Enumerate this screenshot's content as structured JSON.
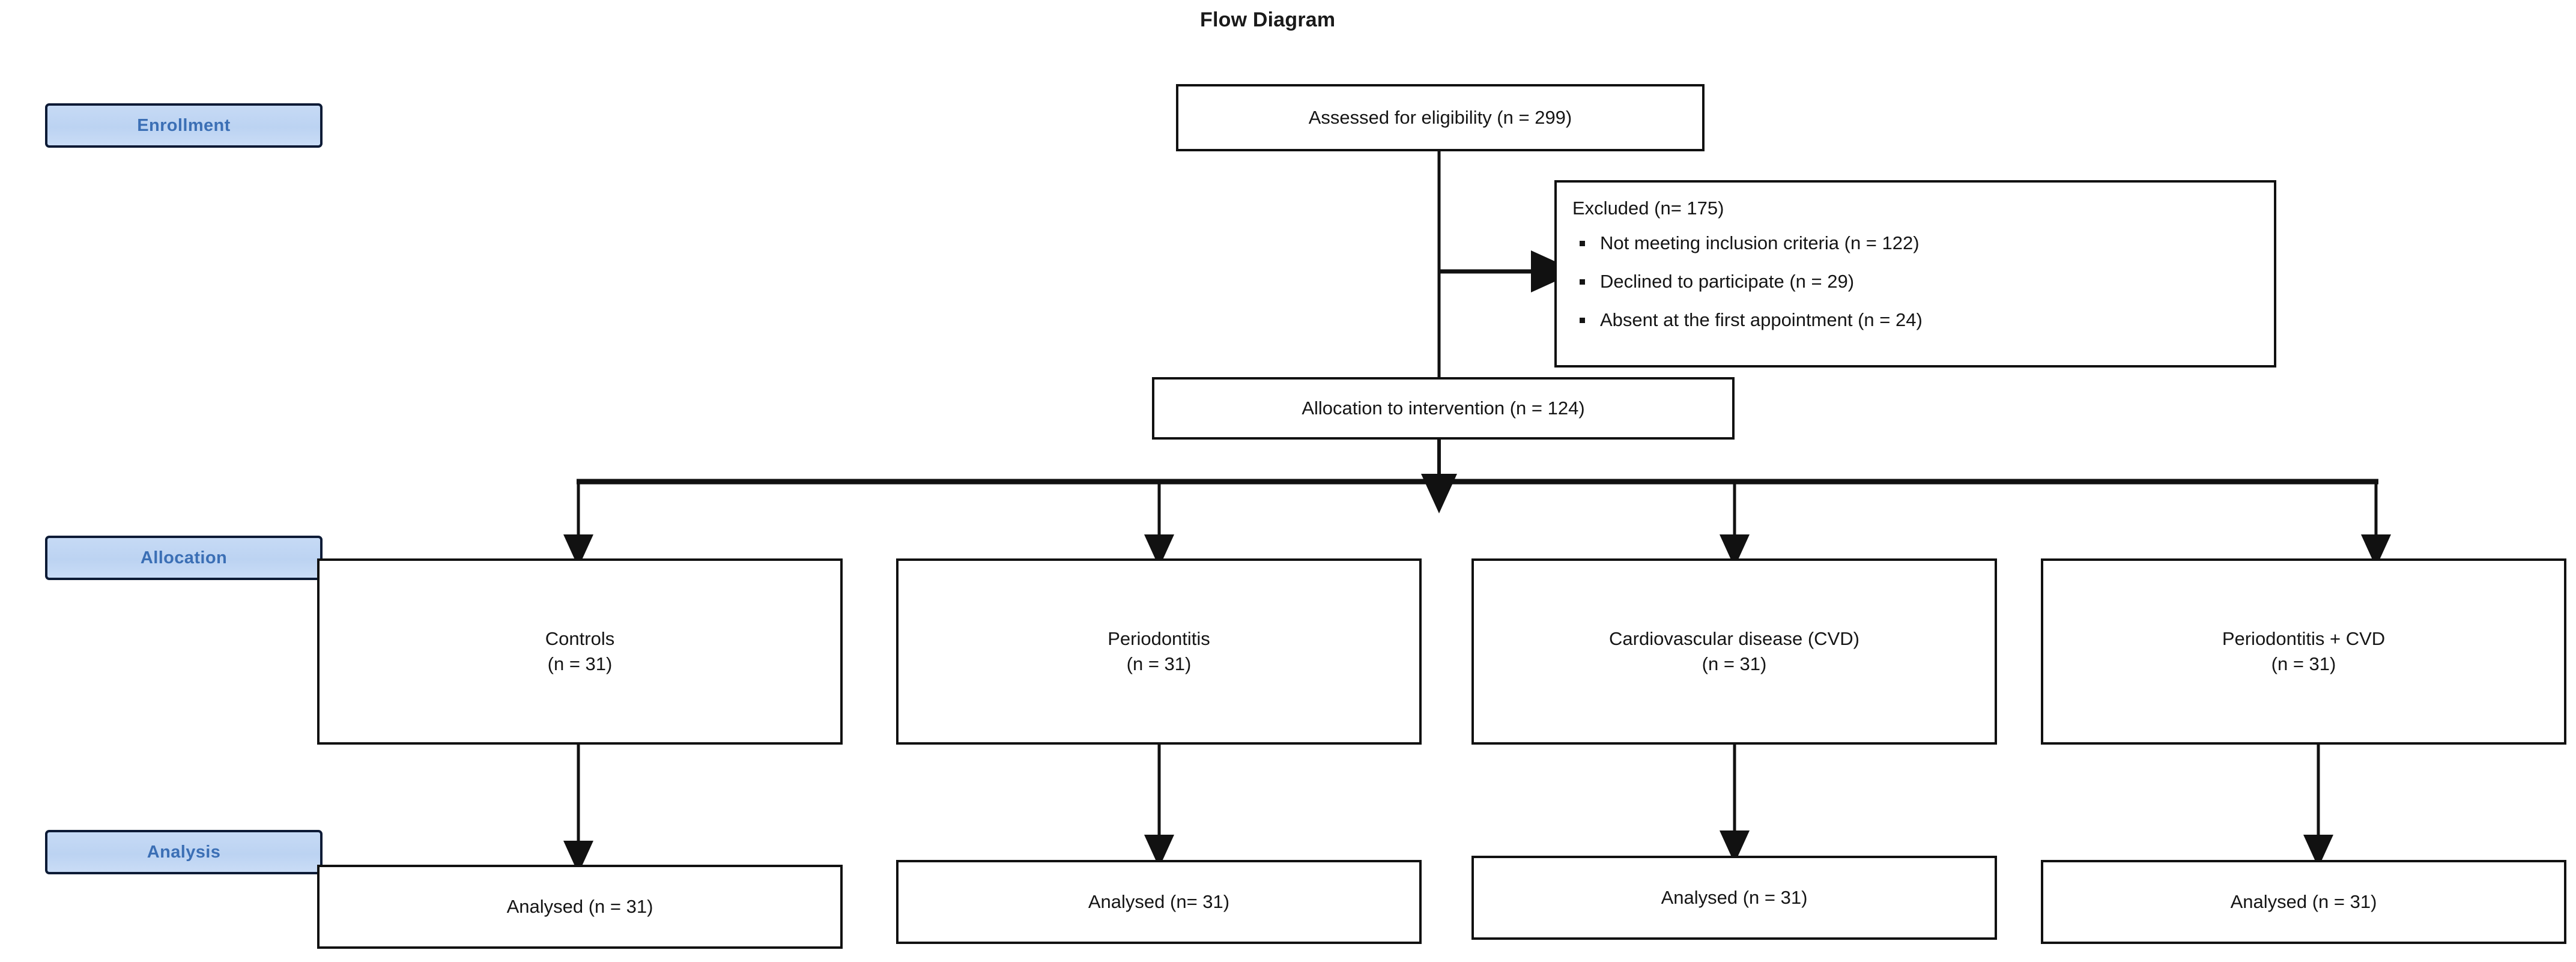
{
  "diagram": {
    "title": "Flow Diagram",
    "type": "consort-flow-diagram"
  },
  "stages": [
    {
      "id": "enrollment",
      "label": "Enrollment"
    },
    {
      "id": "allocation",
      "label": "Allocation"
    },
    {
      "id": "analysis",
      "label": "Analysis"
    }
  ],
  "nodes": {
    "assessed": {
      "text": "Assessed for eligibility (n = 299)",
      "n": 299
    },
    "excluded": {
      "heading": "Excluded (n= 175)",
      "n": 175,
      "reasons": [
        {
          "label": "Not meeting inclusion criteria (n = 122)",
          "n": 122
        },
        {
          "label": "Declined to participate (n = 29)",
          "n": 29
        },
        {
          "label": "Absent at the first appointment (n = 24)",
          "n": 24
        }
      ]
    },
    "allocation": {
      "text": "Allocation to intervention (n = 124)",
      "n": 124
    }
  },
  "groups": [
    {
      "id": "controls",
      "name": "Controls",
      "count": "(n = 31)",
      "n": 31
    },
    {
      "id": "periodontitis",
      "name": "Periodontitis",
      "count": "(n = 31)",
      "n": 31
    },
    {
      "id": "cvd",
      "name": "Cardiovascular disease (CVD)",
      "count": "(n = 31)",
      "n": 31
    },
    {
      "id": "periodontitis-cvd",
      "name": "Periodontitis + CVD",
      "count": "(n = 31)",
      "n": 31
    }
  ],
  "analysed": [
    {
      "id": "analysed-controls",
      "text": "Analysed (n = 31)",
      "n": 31
    },
    {
      "id": "analysed-periodontitis",
      "text": "Analysed (n= 31)",
      "n": 31
    },
    {
      "id": "analysed-cvd",
      "text": "Analysed (n = 31)",
      "n": 31
    },
    {
      "id": "analysed-periodontitis-cvd",
      "text": "Analysed (n = 31)",
      "n": 31
    }
  ],
  "colors": {
    "stage_fill": "#c3d8f4",
    "stage_border": "#0d1b36",
    "stage_text": "#3b6fb5",
    "node_border": "#111111",
    "connector": "#111111",
    "background": "#ffffff"
  }
}
